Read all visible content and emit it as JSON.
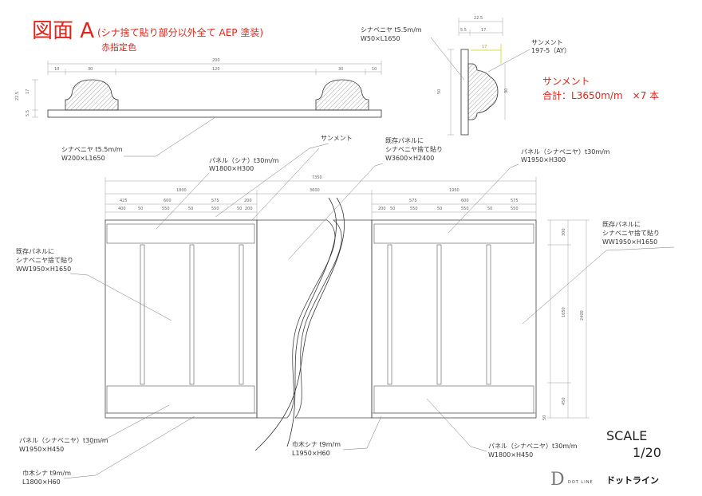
{
  "title": {
    "main": "図面 A",
    "note": "(シナ捨て貼り部分以外全て AEP 塗装)",
    "sub": "赤指定色"
  },
  "section_top": {
    "overall": "200",
    "parts": [
      "10",
      "30",
      "120",
      "30",
      "10"
    ],
    "heights": [
      "22.5",
      "17",
      "5.5"
    ],
    "label_line1": "シナベニヤ t5.5m/m",
    "label_line2": "W200×L1650"
  },
  "section_right": {
    "widths": [
      "22.5",
      "5.5",
      "17"
    ],
    "inner": "17",
    "height": "50",
    "depth": "30",
    "veneer_line1": "シナベニヤ t5.5m/m",
    "veneer_line2": "W50×L1650",
    "molding_line1": "サンメント",
    "molding_line2": "197-5（AY）"
  },
  "sanmento_note": {
    "title": "サンメント",
    "total": "合計：L3650m/m　×7 本"
  },
  "elevation": {
    "overall": "7350",
    "left_width": "1800",
    "center_width": "3600",
    "right_width": "1950",
    "left_row1": [
      "425",
      "600",
      "575",
      "200"
    ],
    "left_row2": [
      "400",
      "50",
      "550",
      "50",
      "550",
      "50",
      "200"
    ],
    "right_row1": [
      "575",
      "600",
      "575"
    ],
    "right_row2": [
      "200",
      "50",
      "550",
      "50",
      "550",
      "50",
      "550"
    ],
    "heights": [
      "300",
      "1650",
      "450"
    ],
    "total_height": "2400",
    "bottom_gap": "50"
  },
  "labels": {
    "sanmento": "サンメント",
    "panel_left_top_1": "パネル（シナ）t30m/m",
    "panel_left_top_2": "W1800×H300",
    "existing_center_1": "既存パネルに",
    "existing_center_2": "シナベニヤ捨て貼り",
    "existing_center_3": "W3600×H2400",
    "panel_right_top_1": "パネル（シナベニヤ）t30m/m",
    "panel_right_top_2": "W1950×H300",
    "existing_left_1": "既存パネルに",
    "existing_left_2": "シナベニヤ捨て貼り",
    "existing_left_3": "WW1950×H1650",
    "existing_right_1": "既存パネルに",
    "existing_right_2": "シナベニヤ捨て貼り",
    "existing_right_3": "WW1950×H1650",
    "panel_left_bottom_1": "パネル（シナベニヤ）t30m/m",
    "panel_left_bottom_2": "W1950×H450",
    "baseboard_left_1": "巾木シナ t9m/m",
    "baseboard_left_2": "L1800×H60",
    "baseboard_center_1": "巾木シナ t9m/m",
    "baseboard_center_2": "L1950×H60",
    "panel_right_bottom_1": "パネル（シナベニヤ）t30m/m",
    "panel_right_bottom_2": "W1800×H450"
  },
  "scale": {
    "label": "SCALE",
    "value": "1/20"
  },
  "brand": {
    "logo_letter": "D",
    "logo_text": "DOT LINE",
    "name": "ドットライン"
  }
}
